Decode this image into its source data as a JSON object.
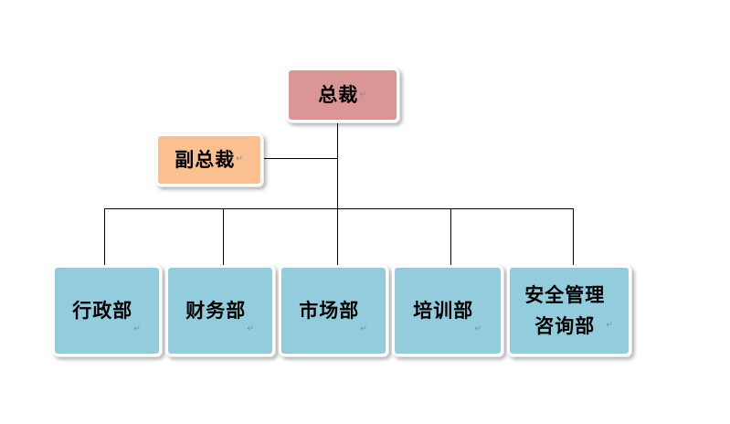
{
  "colors": {
    "ceo_fill": "#d99694",
    "vp_fill": "#fac090",
    "dept_fill": "#93cddd",
    "line": "#000000"
  },
  "paragraph_mark": "↵",
  "chart": {
    "ceo": {
      "label": "总裁"
    },
    "vice_president": {
      "label": "副总裁"
    },
    "departments": [
      {
        "label": "行政部"
      },
      {
        "label": "财务部"
      },
      {
        "label": "市场部"
      },
      {
        "label": "培训部"
      },
      {
        "label": "安全管理\n咨询部"
      }
    ]
  }
}
